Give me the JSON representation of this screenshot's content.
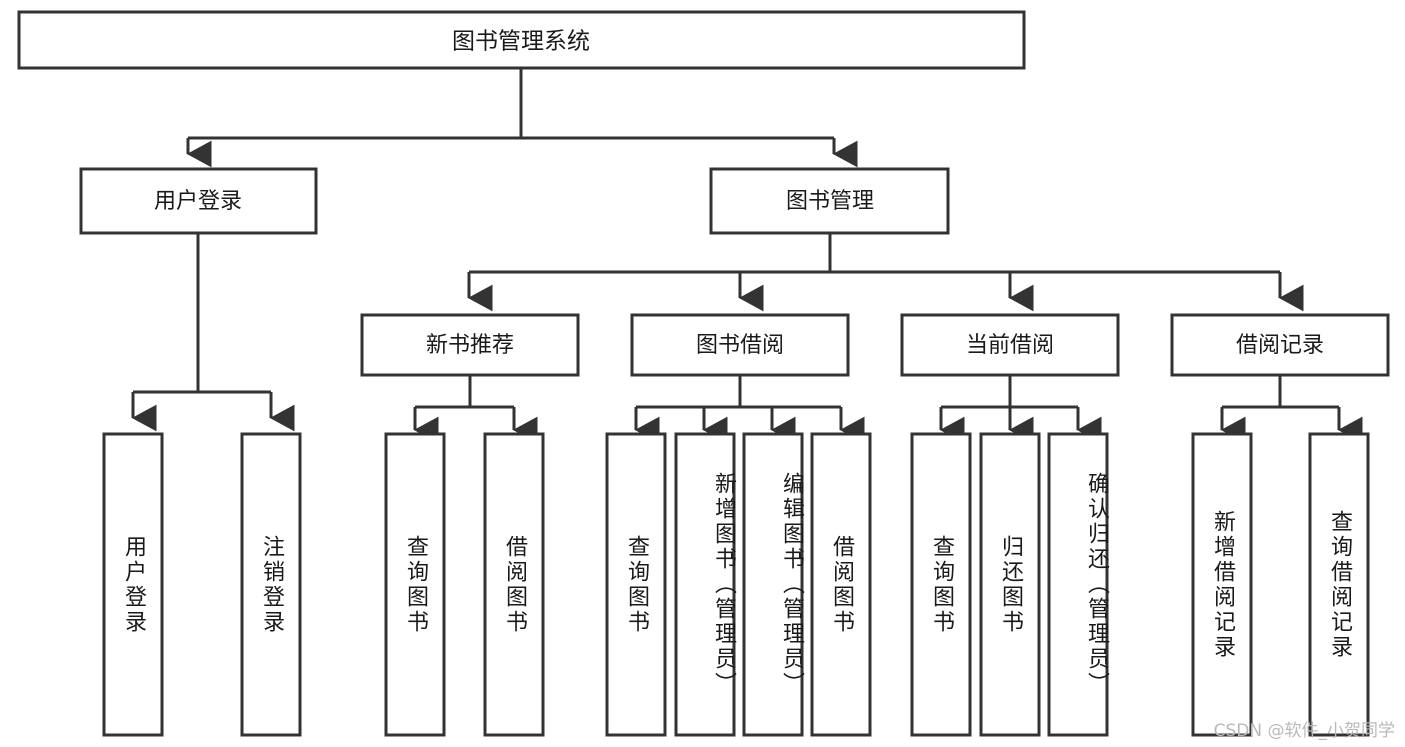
{
  "diagram": {
    "type": "tree",
    "title": "图书管理系统",
    "orientation": "top-down",
    "colors": {
      "stroke": "#333333",
      "fill": "#ffffff",
      "text": "#1a1a1a",
      "watermark": "#b9b9b9"
    },
    "root": {
      "id": "root",
      "label": "图书管理系统"
    },
    "level2": [
      {
        "id": "user-login",
        "label": "用户登录"
      },
      {
        "id": "book-management",
        "label": "图书管理"
      }
    ],
    "level3": [
      {
        "id": "new-book-recommend",
        "label": "新书推荐",
        "parent": "book-management"
      },
      {
        "id": "book-borrow",
        "label": "图书借阅",
        "parent": "book-management"
      },
      {
        "id": "current-borrow",
        "label": "当前借阅",
        "parent": "book-management"
      },
      {
        "id": "borrow-record",
        "label": "借阅记录",
        "parent": "book-management"
      }
    ],
    "leaves": [
      {
        "id": "leaf-user-login",
        "label": "用户登录",
        "parent": "user-login"
      },
      {
        "id": "leaf-logout-login",
        "label": "注销登录",
        "parent": "user-login"
      },
      {
        "id": "leaf-query-book-1",
        "label": "查询图书",
        "parent": "new-book-recommend"
      },
      {
        "id": "leaf-borrow-book-1",
        "label": "借阅图书",
        "parent": "new-book-recommend"
      },
      {
        "id": "leaf-query-book-2",
        "label": "查询图书",
        "parent": "book-borrow"
      },
      {
        "id": "leaf-add-book",
        "label": "新增图书（管理员）",
        "parent": "book-borrow"
      },
      {
        "id": "leaf-edit-book",
        "label": "编辑图书（管理员）",
        "parent": "book-borrow"
      },
      {
        "id": "leaf-borrow-book-2",
        "label": "借阅图书",
        "parent": "book-borrow"
      },
      {
        "id": "leaf-query-book-3",
        "label": "查询图书",
        "parent": "current-borrow"
      },
      {
        "id": "leaf-return-book",
        "label": "归还图书",
        "parent": "current-borrow"
      },
      {
        "id": "leaf-confirm-return",
        "label": "确认归还（管理员）",
        "parent": "current-borrow"
      },
      {
        "id": "leaf-add-record",
        "label": "新增借阅记录",
        "parent": "borrow-record"
      },
      {
        "id": "leaf-query-record",
        "label": "查询借阅记录",
        "parent": "borrow-record"
      }
    ]
  },
  "watermark": {
    "text": "CSDN @软件_小贺同学"
  }
}
